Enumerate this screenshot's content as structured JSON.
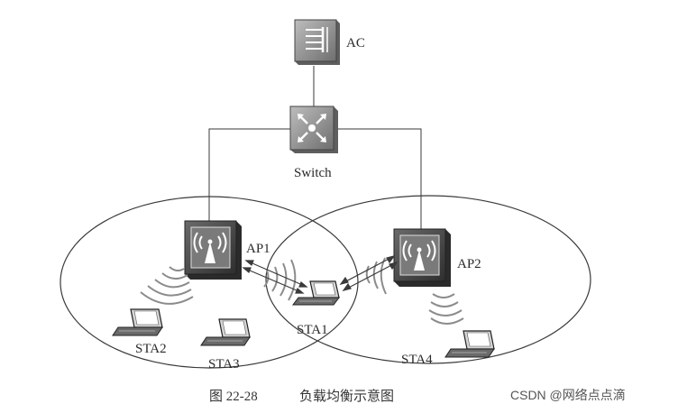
{
  "labels": {
    "ac": "AC",
    "switch": "Switch",
    "ap1": "AP1",
    "ap2": "AP2",
    "sta1": "STA1",
    "sta2": "STA2",
    "sta3": "STA3",
    "sta4": "STA4"
  },
  "caption": {
    "figure_number": "图 22-28",
    "title": "负载均衡示意图"
  },
  "watermark": "CSDN @网络点点滴",
  "colors": {
    "line": "#3a3a3a",
    "device_dark": "#4a4a4a",
    "device_light": "#9a9a9a",
    "signal": "#8c8c8c"
  }
}
